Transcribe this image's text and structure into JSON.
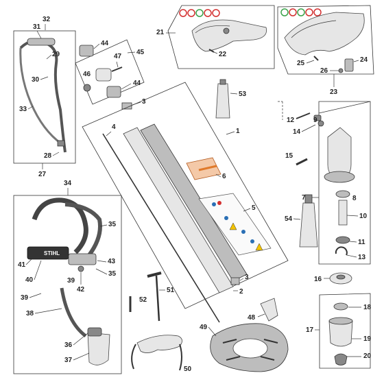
{
  "callouts": {
    "p1": "1",
    "p2": "2",
    "p3a": "3",
    "p3b": "3",
    "p4": "4",
    "p5": "5",
    "p6": "6",
    "p7": "7",
    "p8": "8",
    "p9": "9",
    "p10": "10",
    "p11": "11",
    "p12": "12",
    "p13": "13",
    "p14": "14",
    "p15": "15",
    "p16": "16",
    "p17": "17",
    "p18": "18",
    "p19": "19",
    "p20": "20",
    "p21": "21",
    "p22": "22",
    "p23": "23",
    "p24": "24",
    "p25": "25",
    "p26": "26",
    "p27": "27",
    "p28": "28",
    "p29": "29",
    "p30": "30",
    "p31": "31",
    "p32": "32",
    "p33": "33",
    "p34": "34",
    "p35a": "35",
    "p35b": "35",
    "p36": "36",
    "p37": "37",
    "p38": "38",
    "p39a": "39",
    "p39b": "39",
    "p40": "40",
    "p41": "41",
    "p42": "42",
    "p43": "43",
    "p44a": "44",
    "p44b": "44",
    "p45": "45",
    "p46": "46",
    "p47": "47",
    "p48": "48",
    "p49": "49",
    "p50": "50",
    "p51": "51",
    "p52": "52",
    "p53": "53",
    "p54": "54"
  },
  "harness_brand": "STIHL",
  "colors": {
    "warning_green": "#3aa34a",
    "warning_red": "#d32f2f",
    "label_orange": "#e07a2b",
    "label_blue": "#2a6fb5",
    "label_yellow": "#f2c200"
  }
}
